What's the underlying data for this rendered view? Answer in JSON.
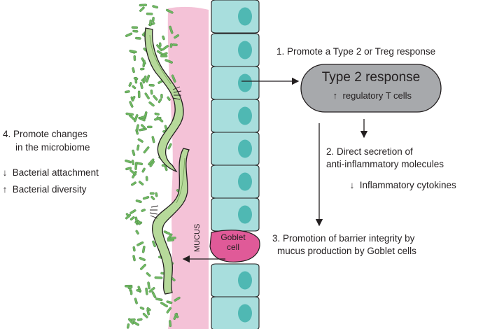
{
  "step1": {
    "text": "1. Promote a Type 2 or Treg response"
  },
  "response_box": {
    "title": "Type 2 response",
    "subtitle": "regulatory T cells",
    "subtitle_arrow": "↑",
    "fill_color": "#a7a9ac"
  },
  "step2": {
    "line1": "2. Direct secretion of",
    "line2": "anti-inflammatory molecules",
    "effect": {
      "arrow": "↓",
      "text": "Inflammatory cytokines"
    }
  },
  "step3": {
    "line1": "3. Promotion of barrier integrity by",
    "line2": "mucus production by Goblet cells"
  },
  "step4": {
    "line1": "4. Promote changes",
    "line2": "in the microbiome",
    "effects": [
      {
        "arrow": "↓",
        "text": "Bacterial attachment"
      },
      {
        "arrow": "↑",
        "text": "Bacterial diversity"
      }
    ]
  },
  "goblet_cell": {
    "line1": "Goblet",
    "line2": "cell",
    "color": "#e05a98"
  },
  "mucus_label": "MUCUS",
  "colors": {
    "epithelium": "#a8dedd",
    "nucleus": "#4fb8b3",
    "mucus": "#f4c2d7",
    "worm": "#b6d99a",
    "bacteria": "#6fb862",
    "outline": "#231f20"
  }
}
